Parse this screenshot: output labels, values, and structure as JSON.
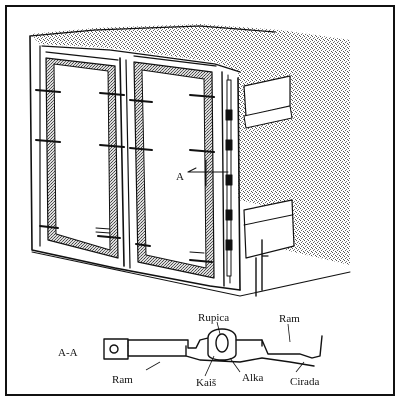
{
  "figure": {
    "section_label": "A-A",
    "callout_letter": "A",
    "labels": {
      "rupica": "Rupica",
      "ram_top": "Ram",
      "ram_left": "Ram",
      "kais": "Kaiš",
      "alka": "Alka",
      "cirada": "Cirada"
    }
  }
}
